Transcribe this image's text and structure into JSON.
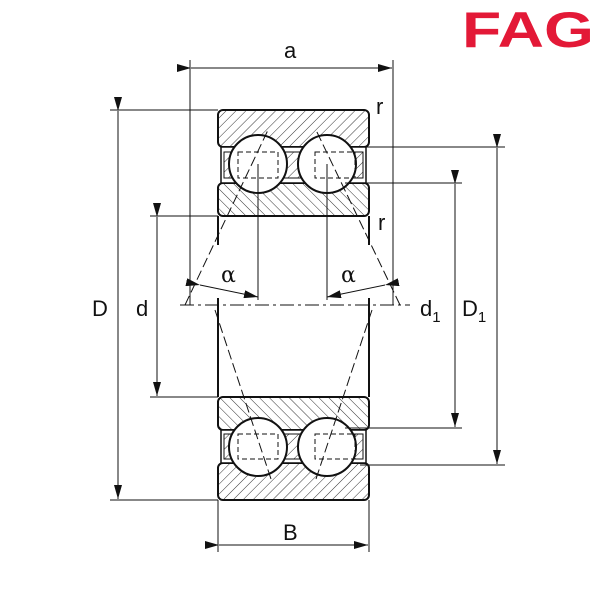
{
  "logo": {
    "text": "FAG",
    "color": "#e31937"
  },
  "labels": {
    "a": "a",
    "r_top": "r",
    "r_mid": "r",
    "alpha_left": "α",
    "alpha_right": "α",
    "D": "D",
    "d": "d",
    "d1_main": "d",
    "d1_sub": "1",
    "D1_main": "D",
    "D1_sub": "1",
    "B": "B"
  },
  "colors": {
    "line": "#111111",
    "hatch": "#333333"
  }
}
